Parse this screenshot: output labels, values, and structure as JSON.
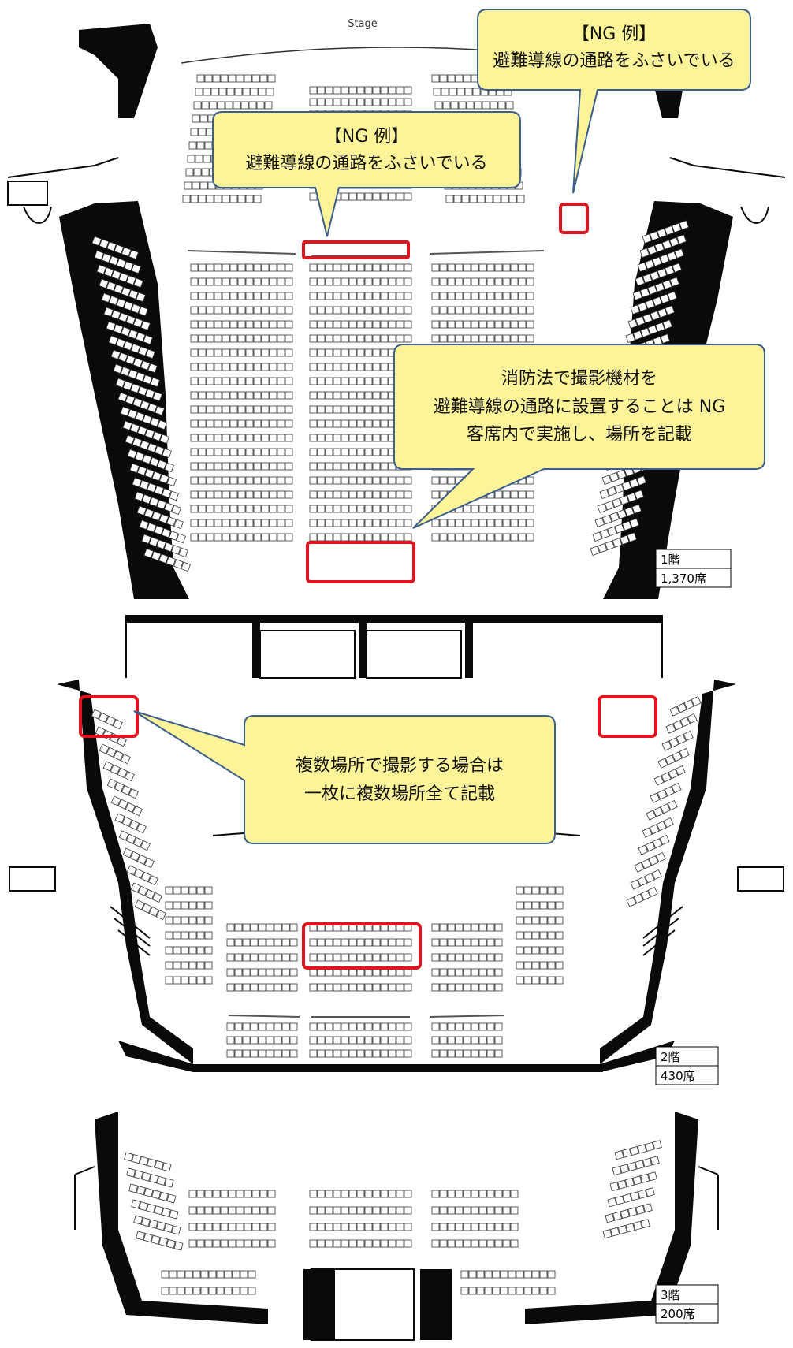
{
  "stage_label": "Stage",
  "floors": [
    {
      "id": "f1",
      "name": "1階",
      "seats": "1,370席"
    },
    {
      "id": "f2",
      "name": "2階",
      "seats": "430席"
    },
    {
      "id": "f3",
      "name": "3階",
      "seats": "200席"
    }
  ],
  "callouts": {
    "ng_top_right": {
      "line1": "【NG 例】",
      "line2": "避難導線の通路をふさいでいる"
    },
    "ng_center": {
      "line1": "【NG 例】",
      "line2": "避難導線の通路をふさいでいる"
    },
    "fire_law": {
      "line1": "消防法で撮影機材を",
      "line2": "避難導線の通路に設置することは NG",
      "line3": "客席内で実施し、場所を記載"
    },
    "multi_location": {
      "line1": "複数場所で撮影する場合は",
      "line2": "一枚に複数場所全て記載"
    }
  },
  "colors": {
    "callout_fill": "#fdf49a",
    "callout_stroke": "#3b5e8c",
    "highlight": "#e0141e",
    "wall": "#0a0a0a",
    "seat_stroke": "#333333"
  }
}
